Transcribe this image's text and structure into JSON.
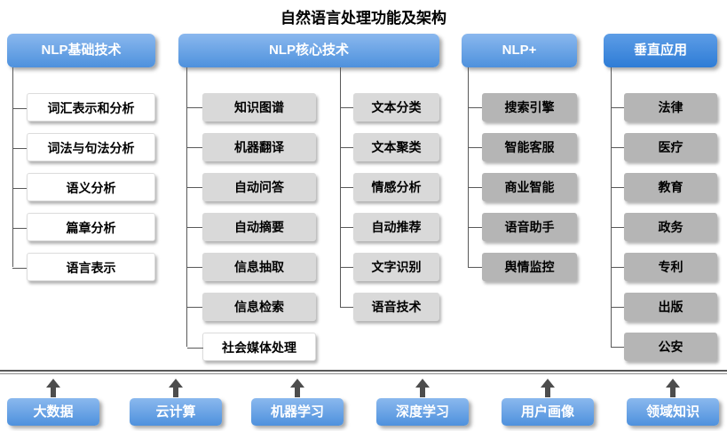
{
  "title": "自然语言处理功能及架构",
  "columns": [
    {
      "header": "NLP基础技术",
      "items": [
        "词汇表示和分析",
        "词法与句法分析",
        "语义分析",
        "篇章分析",
        "语言表示"
      ]
    },
    {
      "header": "NLP核心技术",
      "items_left": [
        "知识图谱",
        "机器翻译",
        "自动问答",
        "自动摘要",
        "信息抽取",
        "信息检索",
        "社会媒体处理"
      ],
      "items_right": [
        "文本分类",
        "文本聚类",
        "情感分析",
        "自动推荐",
        "文字识别",
        "语音技术"
      ]
    },
    {
      "header": "NLP+",
      "items": [
        "搜索引擎",
        "智能客服",
        "商业智能",
        "语音助手",
        "舆情监控"
      ]
    },
    {
      "header": "垂直应用",
      "items": [
        "法律",
        "医疗",
        "教育",
        "政务",
        "专利",
        "出版",
        "公安"
      ]
    }
  ],
  "foundation": [
    "大数据",
    "云计算",
    "机器学习",
    "深度学习",
    "用户画像",
    "领域知识"
  ],
  "colors": {
    "header_top": "#8ab8ee",
    "header_bottom": "#4e91dd",
    "vertical_top": "#5d9de6",
    "vertical_bottom": "#2e7cd6",
    "item_white": "#ffffff",
    "item_light": "#d9d9d9",
    "item_gray": "#b5b5b5",
    "connector": "#595959",
    "arrow": "#4d4d4d"
  }
}
